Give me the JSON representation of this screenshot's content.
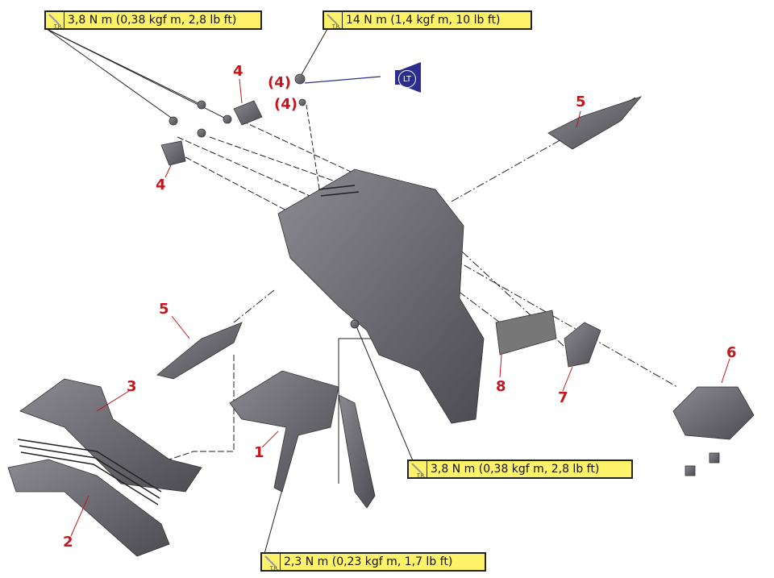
{
  "torque_specs": [
    {
      "text": "3,8 N m (0,38 kgf m, 2,8 lb ft)",
      "icon": "torque-wrench-icon",
      "icon_text": "T.R."
    },
    {
      "text": "14 N m (1,4 kgf m, 10 lb ft)",
      "icon": "torque-wrench-icon",
      "icon_text": "T.R."
    },
    {
      "text": "3,8 N m (0,38 kgf m, 2,8 lb ft)",
      "icon": "torque-wrench-icon",
      "icon_text": "T.R."
    },
    {
      "text": "2,3 N m (0,23 kgf m, 1,7 lb ft)",
      "icon": "torque-wrench-icon",
      "icon_text": "T.R."
    }
  ],
  "locktite": {
    "label": "LT",
    "color": "#2b2e8c"
  },
  "part_numbers": {
    "p4a": "4",
    "p4b": "4",
    "p4c": "(4)",
    "p4d": "(4)",
    "p5a": "5",
    "p5b": "5",
    "p6": "6",
    "p7": "7",
    "p8": "8",
    "p1": "1",
    "p2": "2",
    "p3": "3"
  },
  "colors": {
    "callout_bg": "#fdf26a",
    "part_number": "#c4161c",
    "part_fill": "#6e6e73"
  }
}
